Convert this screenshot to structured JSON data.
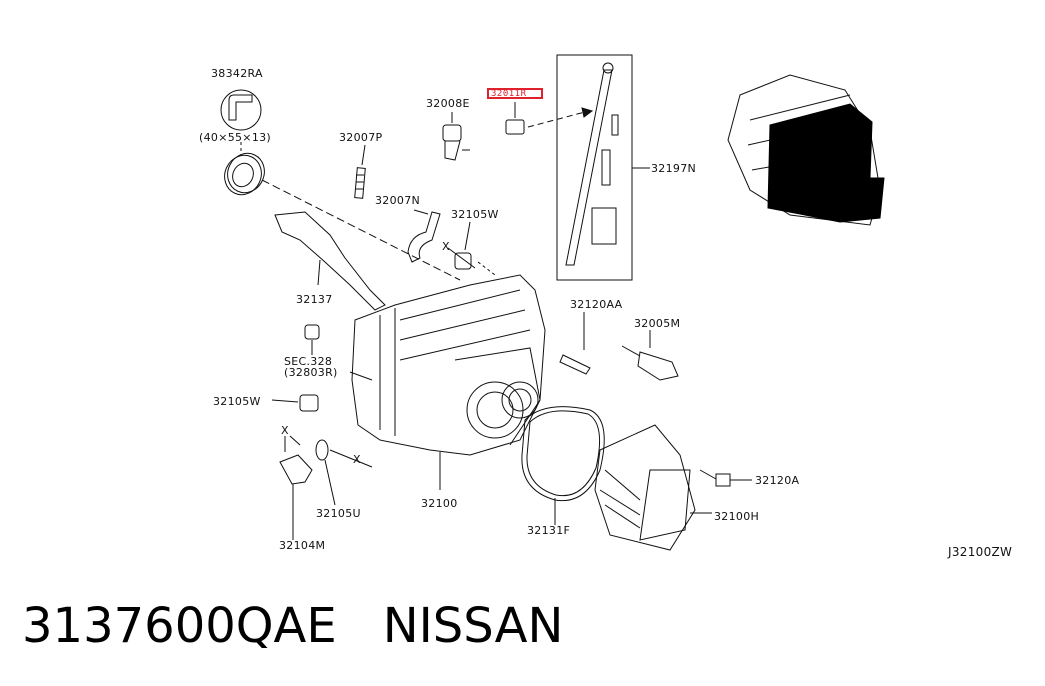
{
  "diagram_id": "J32100ZW",
  "part_code": "3137600QAE",
  "brand": "NISSAN",
  "highlighted_part": "32011R",
  "callouts": {
    "c38342RA": "38342RA",
    "c38342RA_size": "(40×55×13)",
    "c32008E": "32008E",
    "c32007P": "32007P",
    "c32007N": "32007N",
    "c32105W_top": "32105W",
    "c32197N": "32197N",
    "c32137": "32137",
    "c32120AA": "32120AA",
    "c32005M": "32005M",
    "sec328": "SEC.328",
    "sec328_sub": "(32803R)",
    "c32105W_left": "32105W",
    "c32120A": "32120A",
    "c32100H": "32100H",
    "c32100": "32100",
    "c32131F": "32131F",
    "c32105U": "32105U",
    "c32104M": "32104M",
    "x1": "X",
    "x2": "X",
    "x3": "X"
  },
  "colors": {
    "line": "#111111",
    "highlight": "#e0202a",
    "blackout": "#000000"
  }
}
